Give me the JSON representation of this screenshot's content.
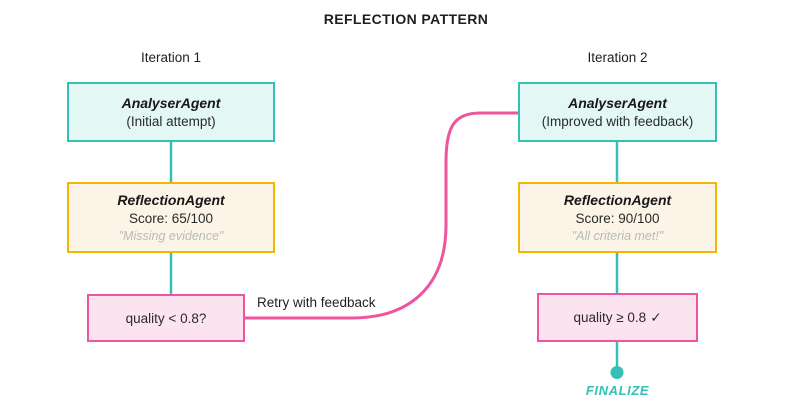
{
  "title": "REFLECTION PATTERN",
  "colors": {
    "teal": "#35c0b5",
    "teal_bg": "#e3f7f4",
    "amber": "#f2b705",
    "amber_bg": "#fcf5e7",
    "pink": "#ef549d",
    "pink_bg": "#fbe3f0",
    "muted_text": "#b9b9b9",
    "text": "#1f1f1f"
  },
  "iteration1": {
    "label": "Iteration 1",
    "analyser": {
      "name": "AnalyserAgent",
      "note": "(Initial attempt)"
    },
    "reflection": {
      "name": "ReflectionAgent",
      "score": "Score: 65/100",
      "quote": "\"Missing evidence\""
    },
    "decision": {
      "label": "quality < 0.8?"
    }
  },
  "iteration2": {
    "label": "Iteration 2",
    "analyser": {
      "name": "AnalyserAgent",
      "note": "(Improved with feedback)"
    },
    "reflection": {
      "name": "ReflectionAgent",
      "score": "Score: 90/100",
      "quote": "\"All criteria met!\""
    },
    "decision": {
      "label": "quality ≥ 0.8",
      "check": "✓"
    }
  },
  "edges": {
    "retry_label": "Retry with feedback",
    "finalize_label": "FINALIZE"
  }
}
